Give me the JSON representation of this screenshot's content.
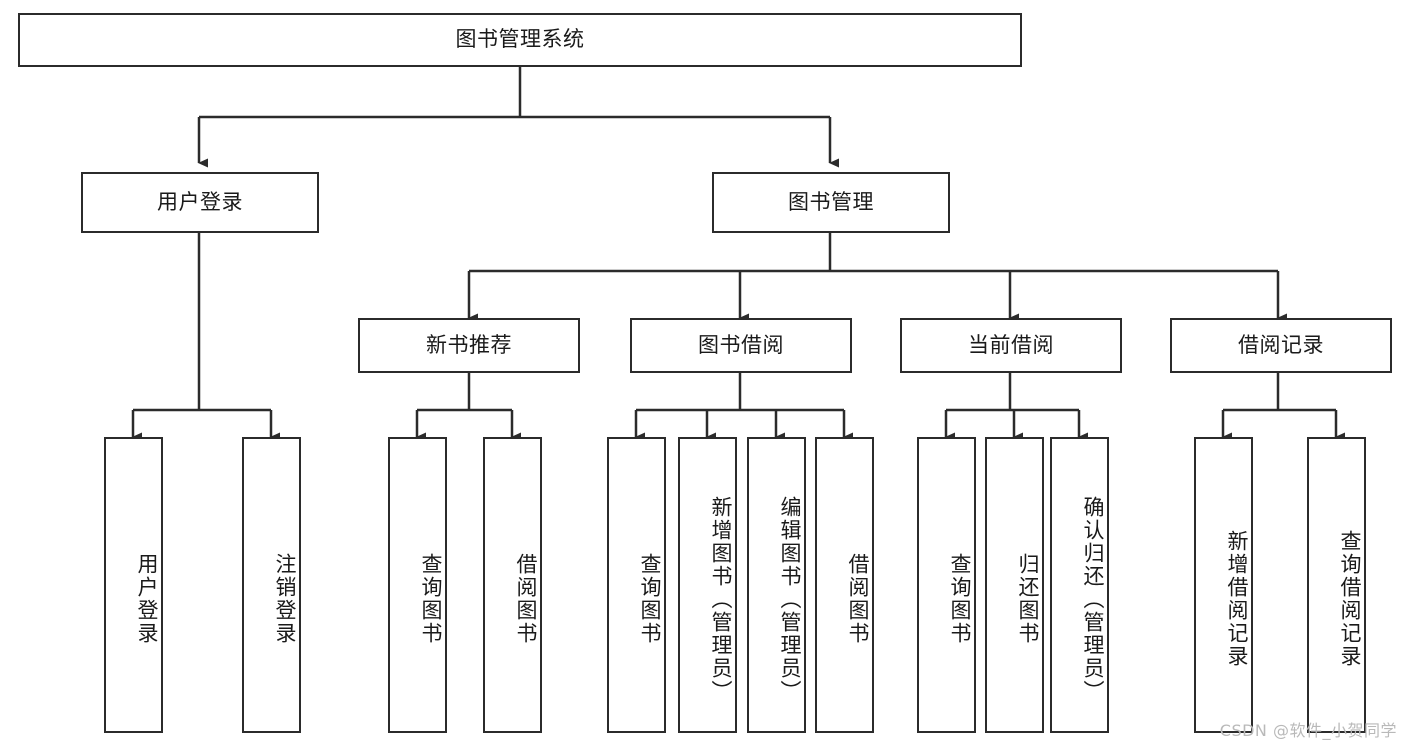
{
  "diagram": {
    "type": "tree-hierarchy",
    "title_node": {
      "label": "图书管理系统"
    },
    "level2": [
      {
        "label": "用户登录"
      },
      {
        "label": "图书管理"
      }
    ],
    "level3": [
      {
        "label": "新书推荐"
      },
      {
        "label": "图书借阅"
      },
      {
        "label": "当前借阅"
      },
      {
        "label": "借阅记录"
      }
    ],
    "leaves": {
      "user_login": [
        {
          "label": "用户登录"
        },
        {
          "label": "注销登录"
        }
      ],
      "new_book_recommend": [
        {
          "label": "查询图书"
        },
        {
          "label": "借阅图书"
        }
      ],
      "book_borrow": [
        {
          "label": "查询图书"
        },
        {
          "label": "新增图书（管理员）"
        },
        {
          "label": "编辑图书（管理员）"
        },
        {
          "label": "借阅图书"
        }
      ],
      "current_borrow": [
        {
          "label": "查询图书"
        },
        {
          "label": "归还图书"
        },
        {
          "label": "确认归还（管理员）"
        }
      ],
      "borrow_record": [
        {
          "label": "新增借阅记录"
        },
        {
          "label": "查询借阅记录"
        }
      ]
    }
  },
  "watermark": {
    "text": "CSDN @软件_小贺同学"
  },
  "colors": {
    "stroke": "#2b2b2b",
    "background": "#ffffff",
    "text": "#1a1a1a",
    "watermark": "#b9b9b9"
  }
}
